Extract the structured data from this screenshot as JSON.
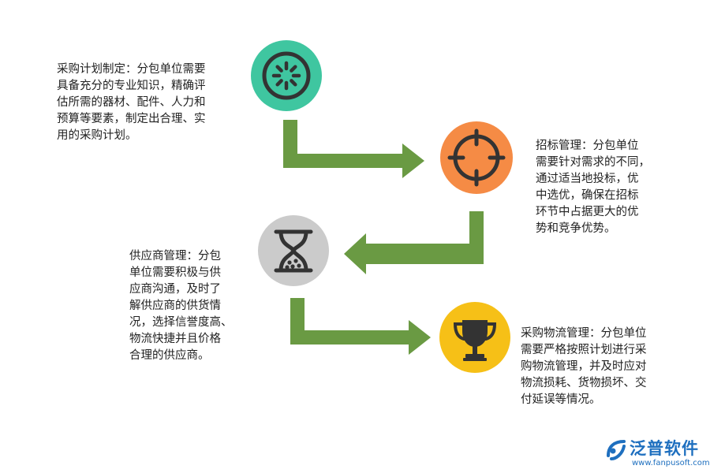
{
  "colors": {
    "arrow": "#6a9a43",
    "teal": "#3fc6a0",
    "orange": "#f58b45",
    "gray": "#cbcbcb",
    "yellow": "#f6c017",
    "icon": "#333333",
    "brand": "#1e6fbf"
  },
  "steps": [
    {
      "icon": "settings-wheel-icon",
      "text": "采购计划制定：分包单位需要\n具备充分的专业知识，精确评\n估所需的器材、配件、人力和\n预算等要素，制定出合理、实\n用的采购计划。"
    },
    {
      "icon": "crosshair-target-icon",
      "text": "招标管理：分包单位\n需要针对需求的不同，\n通过适当地投标，优\n中选优，确保在招标\n环节中占据更大的优\n势和竞争优势。"
    },
    {
      "icon": "hourglass-icon",
      "text": "供应商管理：分包\n单位需要积极与供\n应商沟通，及时了\n解供应商的供货情\n况，选择信誉度高、\n物流快捷并且价格\n合理的供应商。"
    },
    {
      "icon": "trophy-icon",
      "text": "采购物流管理：分包单位\n需要严格按照计划进行采\n购物流管理，并及时应对\n物流损耗、货物损坏、交\n付延误等情况。"
    }
  ],
  "logo": {
    "name": "泛普软件",
    "url": "www.fanpusoft.com"
  }
}
